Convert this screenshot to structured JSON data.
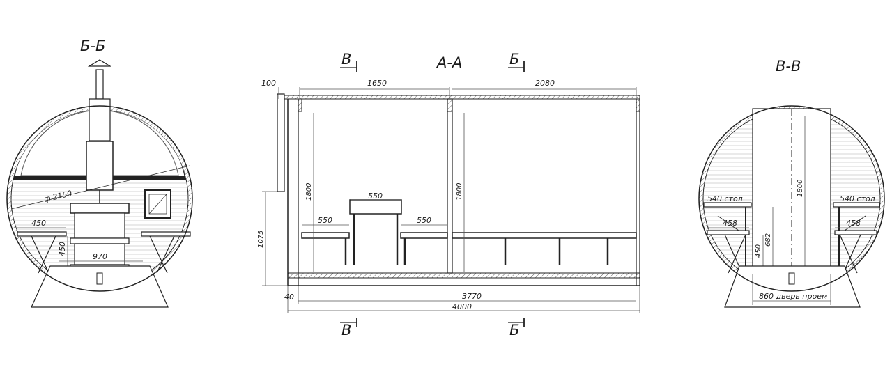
{
  "section_bb": {
    "title": "Б-Б",
    "d_label": "ф 2150",
    "bench_width": "450",
    "bench_height": "450",
    "stove_width": "970"
  },
  "section_aa": {
    "title": "А-А",
    "mark_v_top": "В",
    "mark_b_top": "Б",
    "mark_v_bottom": "В",
    "mark_b_bottom": "Б",
    "dim_100": "100",
    "dim_1650": "1650",
    "dim_2080": "2080",
    "dim_1800_left": "1800",
    "dim_1800_right": "1800",
    "dim_1075": "1075",
    "dim_550_table": "550",
    "dim_550_bench_l": "550",
    "dim_550_bench_r": "550",
    "dim_40": "40",
    "dim_3770": "3770",
    "dim_4000": "4000"
  },
  "section_vv": {
    "title": "В-В",
    "table_left": "540 стол",
    "table_right": "540 стол",
    "bench_left": "458",
    "bench_right": "458",
    "bench_h": "450",
    "table_h": "682",
    "door_h": "1800",
    "door_w": "860 дверь проем"
  }
}
